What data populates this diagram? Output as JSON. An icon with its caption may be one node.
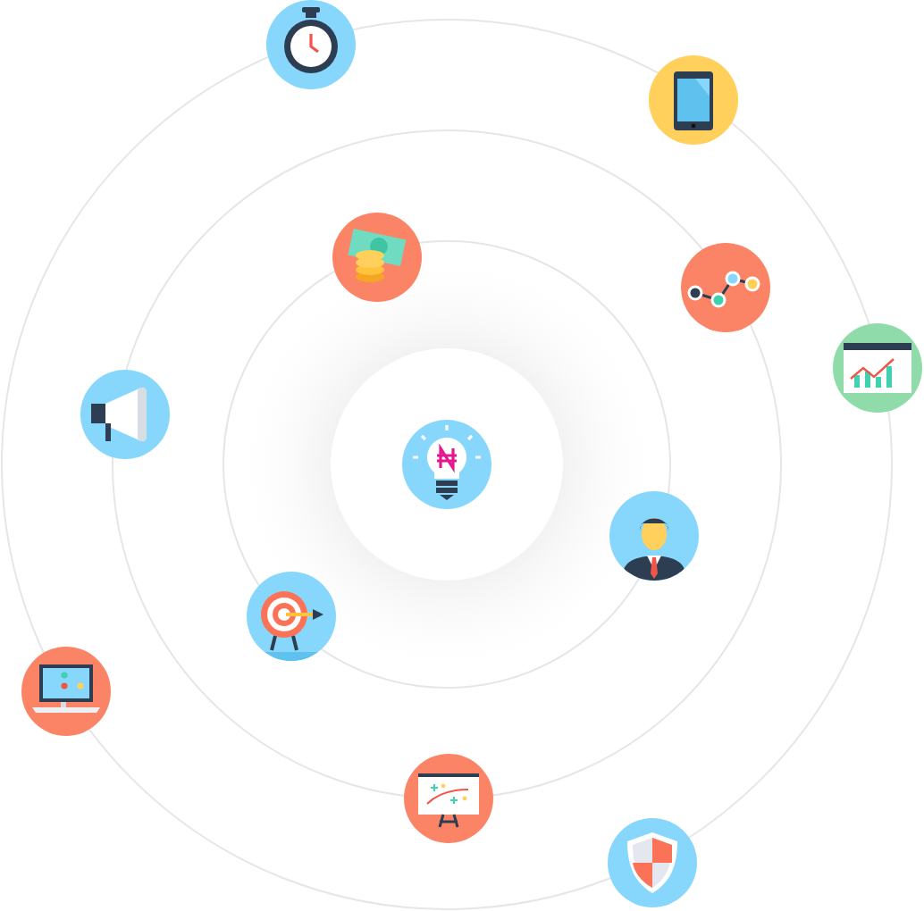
{
  "diagram": {
    "nodes": [
      {
        "text": [],
        "shape": "circle"
      },
      {
        "text": [],
        "shape": "circle"
      },
      {
        "text": [],
        "shape": "circle"
      },
      {
        "text": [],
        "shape": "circle"
      },
      {
        "text": [],
        "shape": "circle"
      },
      {
        "text": [],
        "shape": "circle"
      },
      {
        "text": [],
        "shape": "circle"
      },
      {
        "text": [],
        "shape": "circle"
      },
      {
        "text": [],
        "shape": "circle"
      },
      {
        "text": [],
        "shape": "circle"
      },
      {
        "text": [],
        "shape": "circle"
      },
      {
        "text": [],
        "shape": "circle"
      }
    ]
  }
}
